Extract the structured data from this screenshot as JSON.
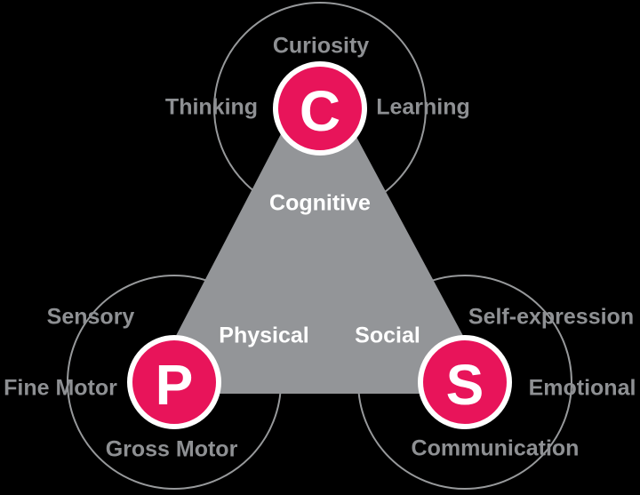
{
  "colors": {
    "accent_pink": "#e8145a",
    "triangle_gray": "#939598",
    "ring_gray": "#97999b",
    "label_gray": "#8e9093",
    "label_white": "#ffffff",
    "background": "#000000"
  },
  "triangle_labels": {
    "cognitive": "Cognitive",
    "physical": "Physical",
    "social": "Social"
  },
  "nodes": {
    "cognitive": {
      "letter": "C",
      "satellites": {
        "top": "Curiosity",
        "left": "Thinking",
        "right": "Learning"
      }
    },
    "physical": {
      "letter": "P",
      "satellites": {
        "top": "Sensory",
        "left": "Fine Motor",
        "bottom": "Gross Motor"
      }
    },
    "social": {
      "letter": "S",
      "satellites": {
        "top": "Self-expression",
        "right": "Emotional",
        "bottom": "Communication"
      }
    }
  }
}
